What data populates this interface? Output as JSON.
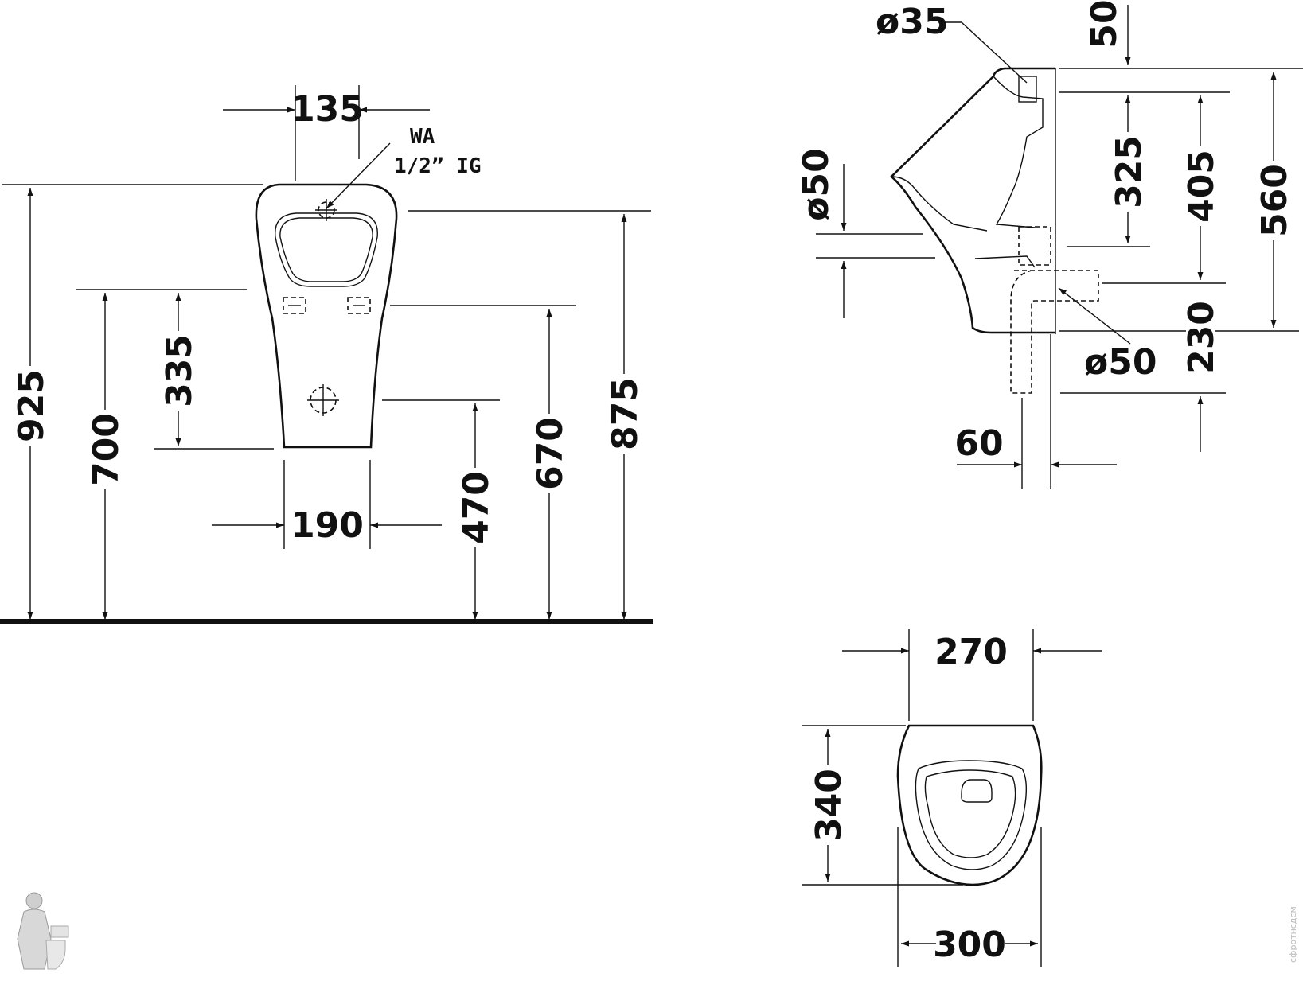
{
  "front_view": {
    "width_135": "135",
    "water_note_line1": "WA",
    "water_note_line2": "1/2” IG",
    "height_925": "925",
    "height_700": "700",
    "height_335": "335",
    "width_190": "190",
    "height_470": "470",
    "height_670": "670",
    "height_875": "875"
  },
  "side_view": {
    "diameter_35": "ø35",
    "offset_50": "50",
    "diameter_50_left": "ø50",
    "height_325": "325",
    "height_405": "405",
    "height_560": "560",
    "height_230": "230",
    "diameter_50_right": "ø50",
    "offset_60": "60"
  },
  "top_view": {
    "width_270": "270",
    "depth_340": "340",
    "width_300": "300"
  },
  "watermark": "сфротнсдсм"
}
